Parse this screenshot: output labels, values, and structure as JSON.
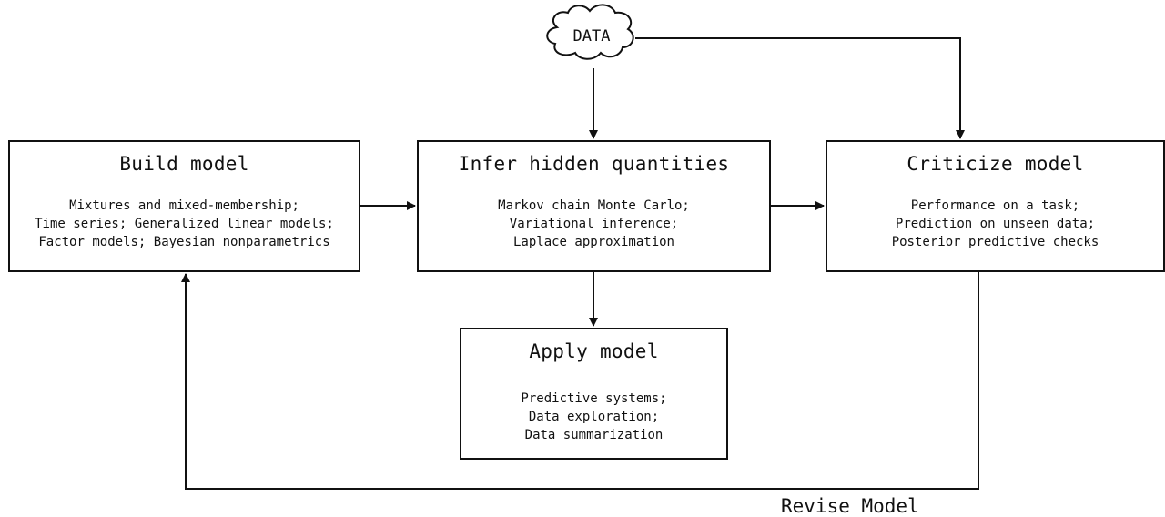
{
  "data_node": {
    "label": "DATA"
  },
  "build": {
    "title": "Build model",
    "lines": [
      "Mixtures and mixed-membership;",
      "Time series; Generalized linear models;",
      "Factor models; Bayesian nonparametrics"
    ]
  },
  "infer": {
    "title": "Infer hidden quantities",
    "lines": [
      "Markov chain Monte Carlo;",
      "Variational inference;",
      "Laplace approximation"
    ]
  },
  "criticize": {
    "title": "Criticize model",
    "lines": [
      "Performance on a task;",
      "Prediction on unseen data;",
      "Posterior predictive checks"
    ]
  },
  "apply": {
    "title": "Apply model",
    "lines": [
      "Predictive systems;",
      "Data exploration;",
      "Data summarization"
    ]
  },
  "revise": {
    "label": "Revise Model"
  }
}
